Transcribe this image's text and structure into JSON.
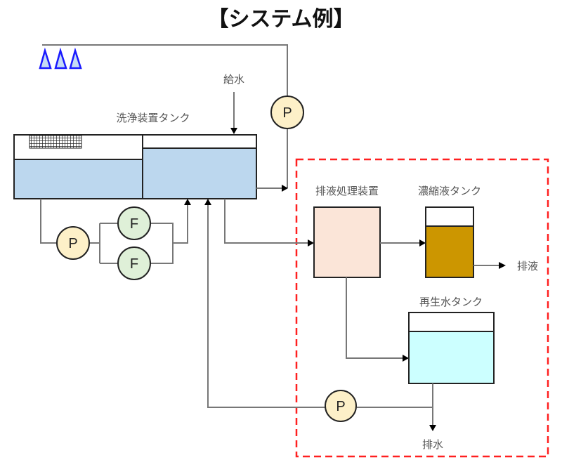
{
  "title": "【システム例】",
  "labels": {
    "water_supply": "給水",
    "cleaning_tank": "洗浄装置タンク",
    "waste_treatment_unit": "排液処理装置",
    "concentrate_tank": "濃縮液タンク",
    "waste_liquid_out": "排液",
    "recycled_water_tank": "再生水タンク",
    "drain": "排水"
  },
  "symbols": {
    "pump": "P",
    "filter": "F"
  },
  "components": {
    "pumps": [
      "pump-spray",
      "pump-circulation",
      "pump-return"
    ],
    "filters": [
      "filter-upper",
      "filter-lower"
    ],
    "spray_nozzles": 3
  },
  "colors": {
    "tank_water": "#bcd7ee",
    "treatment_unit": "#fbe5d8",
    "concentrate": "#cc9600",
    "recycled_water": "#ccffff",
    "pump_fill": "#fdf0c8",
    "filter_fill": "#dff0d8",
    "nozzle_stroke": "#1a1aff",
    "boundary": "#ff2020"
  },
  "flows": [
    {
      "from": "cleaning-tank-right",
      "to": "pump-spray",
      "label": ""
    },
    {
      "from": "pump-spray",
      "to": "spray-nozzles",
      "label": ""
    },
    {
      "from": "water-supply",
      "to": "cleaning-tank-right",
      "label": "給水"
    },
    {
      "from": "cleaning-tank-left",
      "to": "pump-circulation",
      "label": ""
    },
    {
      "from": "pump-circulation",
      "to": "filters",
      "label": ""
    },
    {
      "from": "filters",
      "to": "cleaning-tank-right",
      "label": ""
    },
    {
      "from": "cleaning-tank-right",
      "to": "waste-treatment-unit",
      "label": ""
    },
    {
      "from": "waste-treatment-unit",
      "to": "concentrate-tank",
      "label": ""
    },
    {
      "from": "concentrate-tank",
      "to": "waste-liquid-out",
      "label": "排液"
    },
    {
      "from": "waste-treatment-unit",
      "to": "recycled-water-tank",
      "label": ""
    },
    {
      "from": "recycled-water-tank",
      "to": "pump-return",
      "label": ""
    },
    {
      "from": "pump-return",
      "to": "cleaning-tank-right",
      "label": ""
    },
    {
      "from": "recycled-water-tank",
      "to": "drain",
      "label": "排水"
    }
  ]
}
